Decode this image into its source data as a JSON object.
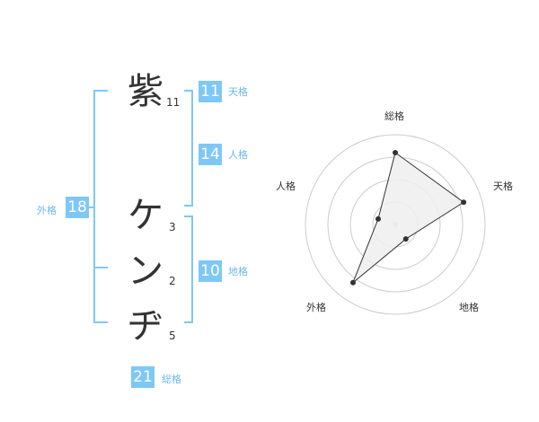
{
  "name": {
    "chars": [
      {
        "char": "紫",
        "strokes": "11"
      },
      {
        "char": "ケ",
        "strokes": "3"
      },
      {
        "char": "ン",
        "strokes": "2"
      },
      {
        "char": "ヂ",
        "strokes": "5"
      }
    ]
  },
  "fortune": {
    "tenkaku": {
      "label": "天格",
      "value": "11"
    },
    "jinkaku": {
      "label": "人格",
      "value": "14"
    },
    "chikaku": {
      "label": "地格",
      "value": "10"
    },
    "gaikaku": {
      "label": "外格",
      "value": "18"
    },
    "soukaku": {
      "label": "総格",
      "value": "21"
    }
  },
  "colors": {
    "accent": "#7ec8f8",
    "label": "#6cb8e8",
    "grid": "#cccccc",
    "fill": "#eeeeee"
  },
  "chart_data": {
    "type": "radar",
    "axes": [
      "総格",
      "天格",
      "地格",
      "外格",
      "人格"
    ],
    "values": [
      4,
      4,
      1,
      4,
      1
    ],
    "max": 5,
    "rings": 4
  }
}
